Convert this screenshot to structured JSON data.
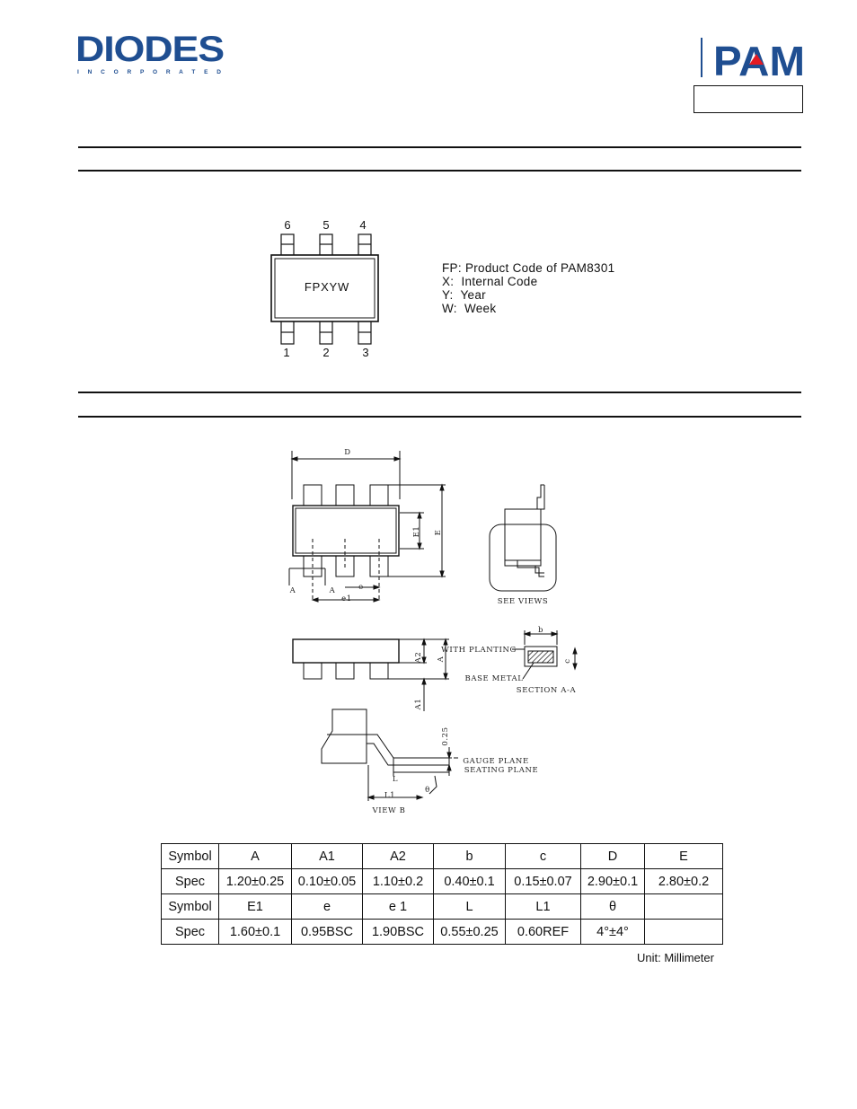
{
  "header": {
    "left_logo": {
      "name": "DIODES",
      "tagline": "I N C O R P O R A T E D",
      "brand_color": "#1f4e91"
    },
    "right_logo": {
      "name": "PAM",
      "brand_color": "#1f4e91",
      "accent_color": "#e31b23"
    },
    "document_code_box": ""
  },
  "marking": {
    "pins_top": [
      "6",
      "5",
      "4"
    ],
    "pins_bottom": [
      "1",
      "2",
      "3"
    ],
    "body_text": "FPXYW",
    "legend": [
      "FP: Product Code of PAM8301",
      "X:  Internal Code",
      "Y:  Year",
      "W:  Week"
    ]
  },
  "outline": {
    "labels": {
      "D": "D",
      "E1": "E1",
      "E": "E",
      "A_left": "A",
      "A_right": "A",
      "e": "e",
      "e1": "e1",
      "see_views": "SEE VIEWS",
      "A2": "A2",
      "A": "A",
      "A1": "A1",
      "with_planting": "WITH PLANTING",
      "base_metal": "BASE METAL",
      "b": "b",
      "c": "c",
      "section": "SECTION A-A",
      "gauge_025": "0.25",
      "gauge_plane": "GAUGE PLANE",
      "seating_plane": "SEATING PLANE",
      "L": "L",
      "L1": "L1",
      "theta": "θ",
      "view_b": "VIEW B"
    }
  },
  "spec_table": {
    "rows": [
      [
        "Symbol",
        "A",
        "A1",
        "A2",
        "b",
        "c",
        "D",
        "E"
      ],
      [
        "Spec",
        "1.20±0.25",
        "0.10±0.05",
        "1.10±0.2",
        "0.40±0.1",
        "0.15±0.07",
        "2.90±0.1",
        "2.80±0.2"
      ],
      [
        "Symbol",
        "E1",
        "e",
        "e 1",
        "L",
        "L1",
        "θ",
        ""
      ],
      [
        "Spec",
        "1.60±0.1",
        "0.95BSC",
        "1.90BSC",
        "0.55±0.25",
        "0.60REF",
        "4°±4°",
        ""
      ]
    ],
    "unit_note": "Unit: Millimeter"
  }
}
